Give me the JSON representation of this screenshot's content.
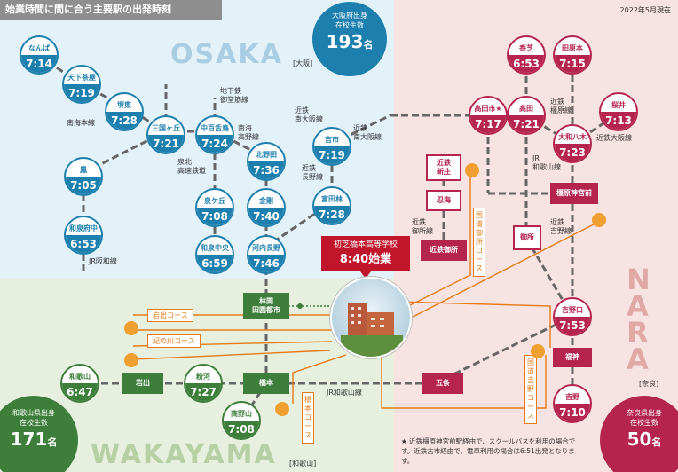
{
  "header": {
    "title": "始業時間に間に合う主要駅の出発時刻",
    "date": "2022年5月現在"
  },
  "regions": {
    "osaka": {
      "name": "OSAKA",
      "tag": "[大阪]"
    },
    "nara": {
      "name": "NARA",
      "tag": "[奈良]"
    },
    "wakayama": {
      "name": "WAKAYAMA",
      "tag": "[和歌山]"
    }
  },
  "counts": {
    "osaka": {
      "label1": "大阪府出身",
      "label2": "在校生数",
      "number": "193",
      "unit": "名"
    },
    "wakayama": {
      "label1": "和歌山県出身",
      "label2": "在校生数",
      "number": "171",
      "unit": "名"
    },
    "nara": {
      "label1": "奈良県出身",
      "label2": "在校生数",
      "number": "50",
      "unit": "名"
    }
  },
  "school": {
    "name": "初芝橋本高等学校",
    "start": "8:40始業"
  },
  "stations_osaka": [
    {
      "name": "なんば",
      "time": "7:14"
    },
    {
      "name": "天下茶屋",
      "time": "7:19"
    },
    {
      "name": "堺東",
      "time": "7:28"
    },
    {
      "name": "三国ヶ丘",
      "time": "7:21"
    },
    {
      "name": "中百舌鳥",
      "time": "7:24"
    },
    {
      "name": "北野田",
      "time": "7:36"
    },
    {
      "name": "泉ケ丘",
      "time": "7:08"
    },
    {
      "name": "金剛",
      "time": "7:40"
    },
    {
      "name": "和泉中央",
      "time": "6:59"
    },
    {
      "name": "河内長野",
      "time": "7:46"
    },
    {
      "name": "吉市",
      "time": "7:19"
    },
    {
      "name": "富田林",
      "time": "7:28"
    },
    {
      "name": "鳳",
      "time": "7:05"
    },
    {
      "name": "和泉府中",
      "time": "6:53"
    }
  ],
  "stations_nara": [
    {
      "name": "香芝",
      "time": "6:53"
    },
    {
      "name": "田原本",
      "time": "7:15"
    },
    {
      "name": "高田市★",
      "time": "7:17"
    },
    {
      "name": "高田",
      "time": "7:21"
    },
    {
      "name": "桜井",
      "time": "7:13"
    },
    {
      "name": "大和八木",
      "time": "7:23"
    },
    {
      "name": "吉野口",
      "time": "7:53"
    },
    {
      "name": "吉野",
      "time": "7:10"
    }
  ],
  "stations_wakayama": [
    {
      "name": "和歌山",
      "time": "6:47"
    },
    {
      "name": "粉河",
      "time": "7:27"
    },
    {
      "name": "高野山",
      "time": "7:08"
    }
  ],
  "box_stations": {
    "rinkan": "林間\n田園都市",
    "iwade": "岩出",
    "hashimoto": "橋本",
    "gojo": "五条",
    "fukugami": "福神",
    "kashihara": "橿原神宮前",
    "gose_kintetsu": "近鉄御所",
    "kintetsu_shinjo": "近鉄\n新庄",
    "oshimi": "忍海",
    "gose": "御所"
  },
  "line_labels": {
    "nankai_honsen": "南海本線",
    "chikatetsu": "地下鉄\n御堂筋線",
    "nankai_koya": "南海\n高野線",
    "senboku": "泉北\n高速鉄道",
    "kintetsu_minamiosaka": "近鉄\n南大阪線",
    "kintetsu_minamiosaka2": "近鉄\n南大阪線",
    "kintetsu_nagano": "近鉄\n長野線",
    "jr_hanwa": "JR阪和線",
    "kintetsu_gose": "近鉄\n御所線",
    "jr_wakayama": "JR\n和歌山線",
    "jr_wakayama2": "JR和歌山線",
    "kintetsu_kashihara": "近鉄\n橿原線",
    "kintetsu_osaka": "近鉄大阪線",
    "kintetsu_yoshino": "近鉄\n吉野線"
  },
  "routes": {
    "iwade": "岩出コース",
    "kinokawa": "紀の川コース",
    "hashimoto": "橋本コース",
    "gose": "国道御所コース",
    "yoshino": "国道吉野コース"
  },
  "note": "★ 近鉄橿原神宮前駅経由で、スクールバスを利用の場合です。近鉄古市経由で、電車利用の場合は6:51出発となります。",
  "colors": {
    "osaka_bg": "#e3f1f9",
    "nara_bg": "#f7e3e1",
    "wakayama_bg": "#e7f0df",
    "osaka": "#1c7fae",
    "nara": "#b5244f",
    "wakayama": "#3c7e3a",
    "route": "#e57b18"
  }
}
